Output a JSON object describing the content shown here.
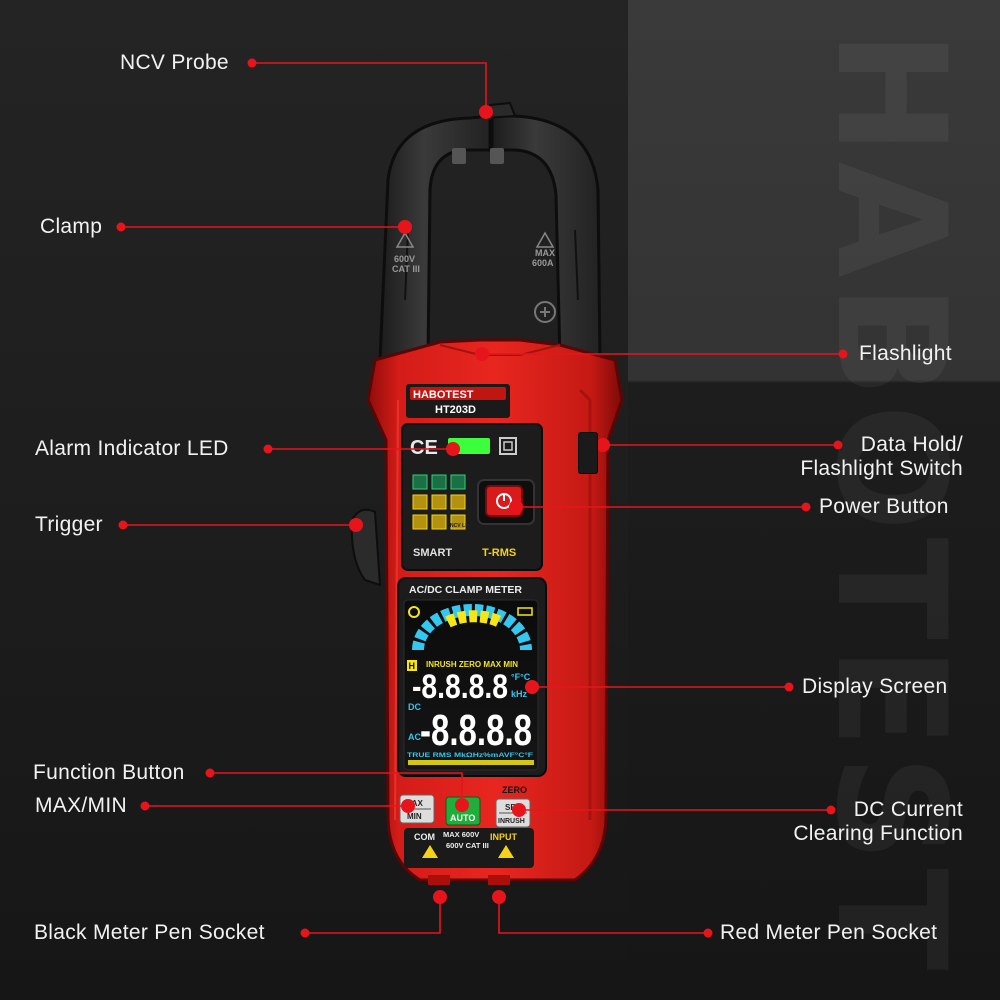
{
  "callouts": {
    "ncv_probe": "NCV Probe",
    "clamp": "Clamp",
    "flashlight": "Flashlight",
    "alarm_led": "Alarm Indicator LED",
    "data_hold": "Data Hold/",
    "data_hold_2": "Flashlight Switch",
    "power_button": "Power Button",
    "trigger": "Trigger",
    "display_screen": "Display Screen",
    "function_button": "Function Button",
    "max_min": "MAX/MIN",
    "dc_clear": "DC Current",
    "dc_clear_2": "Clearing Function",
    "black_socket": "Black Meter Pen Socket",
    "red_socket": "Red Meter Pen Socket"
  },
  "device": {
    "brand": "HABOTEST",
    "model": "HT203D",
    "ce": "CE",
    "smart": "SMART",
    "trms": "T-RMS",
    "meter_title": "AC/DC CLAMP METER",
    "clamp_left_rating_1": "600V",
    "clamp_left_rating_2": "CAT III",
    "clamp_right_rating_1": "MAX",
    "clamp_right_rating_2": "600A",
    "lcd_top_row": "INRUSH ZERO MAX MIN",
    "lcd_digits_1": "-8.8.8.8",
    "lcd_digits_2": "-8.8.8.8",
    "lcd_units_small": "°F°C",
    "lcd_khz": "kHz",
    "lcd_dc": "DC",
    "lcd_ac": "AC",
    "lcd_h": "H",
    "lcd_bottom": "TRUE RMS MkΩHz%mAVF°C°F",
    "btn_max": "MAX",
    "btn_min": "MIN",
    "btn_auto": "AUTO",
    "btn_sel": "SEL",
    "btn_inrush": "INRUSH",
    "zero": "ZERO",
    "com": "COM",
    "input": "INPUT",
    "max600": "MAX 600V",
    "cat600": "600V CAT III",
    "ncv_live": "NCV Live"
  },
  "colors": {
    "accent_red": "#e8141c",
    "body_red": "#d31a17",
    "lcd_yellow": "#f5e614",
    "lcd_cyan": "#34c7f0",
    "led_green": "#3cff3c"
  }
}
